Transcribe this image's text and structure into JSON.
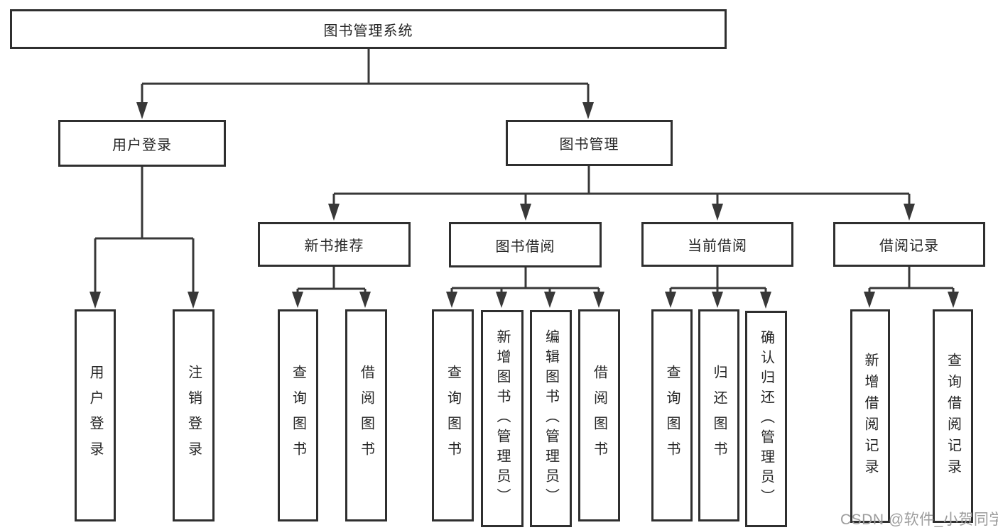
{
  "tree": {
    "root": "图书管理系统",
    "level1": [
      {
        "label": "用户登录",
        "children": [
          "用户登录",
          "注销登录"
        ]
      },
      {
        "label": "图书管理",
        "children": [
          {
            "label": "新书推荐",
            "children": [
              "查询图书",
              "借阅图书"
            ]
          },
          {
            "label": "图书借阅",
            "children": [
              "查询图书",
              "新增图书（管理员）",
              "编辑图书（管理员）",
              "借阅图书"
            ]
          },
          {
            "label": "当前借阅",
            "children": [
              "查询图书",
              "归还图书",
              "确认归还（管理员）"
            ]
          },
          {
            "label": "借阅记录",
            "children": [
              "新增借阅记录",
              "查询借阅记录"
            ]
          }
        ]
      }
    ]
  },
  "watermark": {
    "text": "CSDN @软件_小贺同学"
  },
  "colors": {
    "line": "#383838",
    "box_border": "#2f2f2f",
    "box_fill": "#ffffff",
    "text": "#262626",
    "watermark": "#9c9c9c",
    "background": "#ffffff"
  }
}
